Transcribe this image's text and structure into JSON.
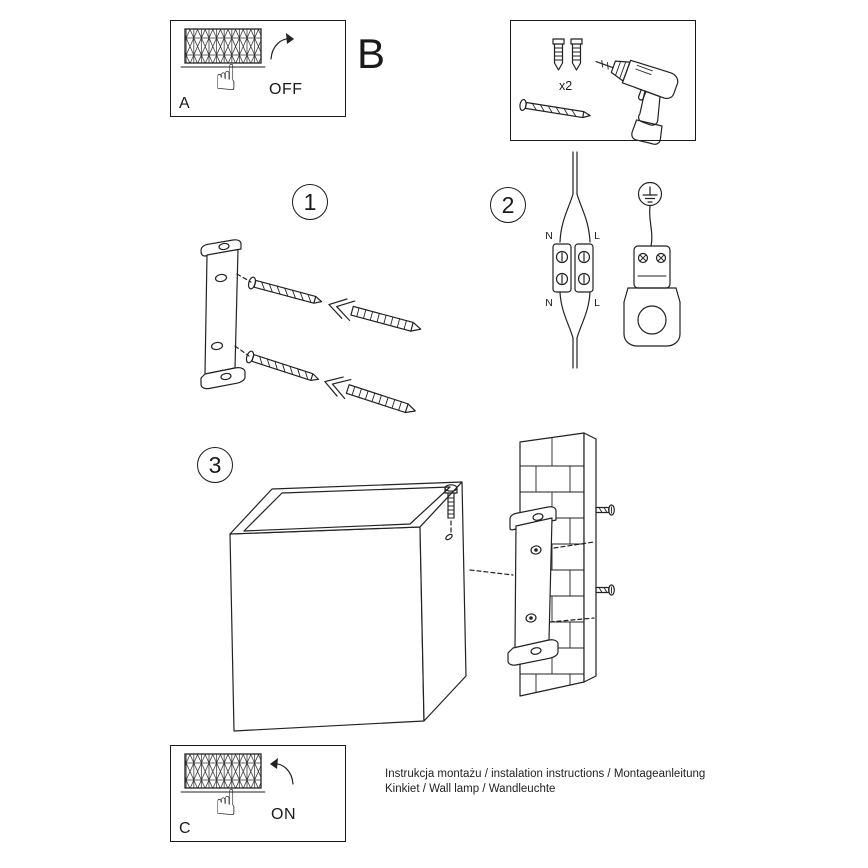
{
  "panel_a": {
    "label": "A",
    "state": "OFF"
  },
  "section_b": {
    "label": "B"
  },
  "parts_box": {
    "anchor_count": "x2"
  },
  "step1": {
    "number": "1"
  },
  "step2": {
    "number": "2",
    "labels": {
      "top_left": "N",
      "top_right": "L",
      "bottom_left": "N",
      "bottom_right": "L"
    }
  },
  "step3": {
    "number": "3"
  },
  "panel_c": {
    "label": "C",
    "state": "ON"
  },
  "footer": {
    "line1": "Instrukcja montażu / instalation instructions / Montageanleitung",
    "line2": "Kinkiet / Wall lamp / Wandleuchte"
  },
  "icons": {
    "hand": "☝"
  },
  "colors": {
    "ink": "#1a1a1a",
    "background": "#ffffff"
  }
}
